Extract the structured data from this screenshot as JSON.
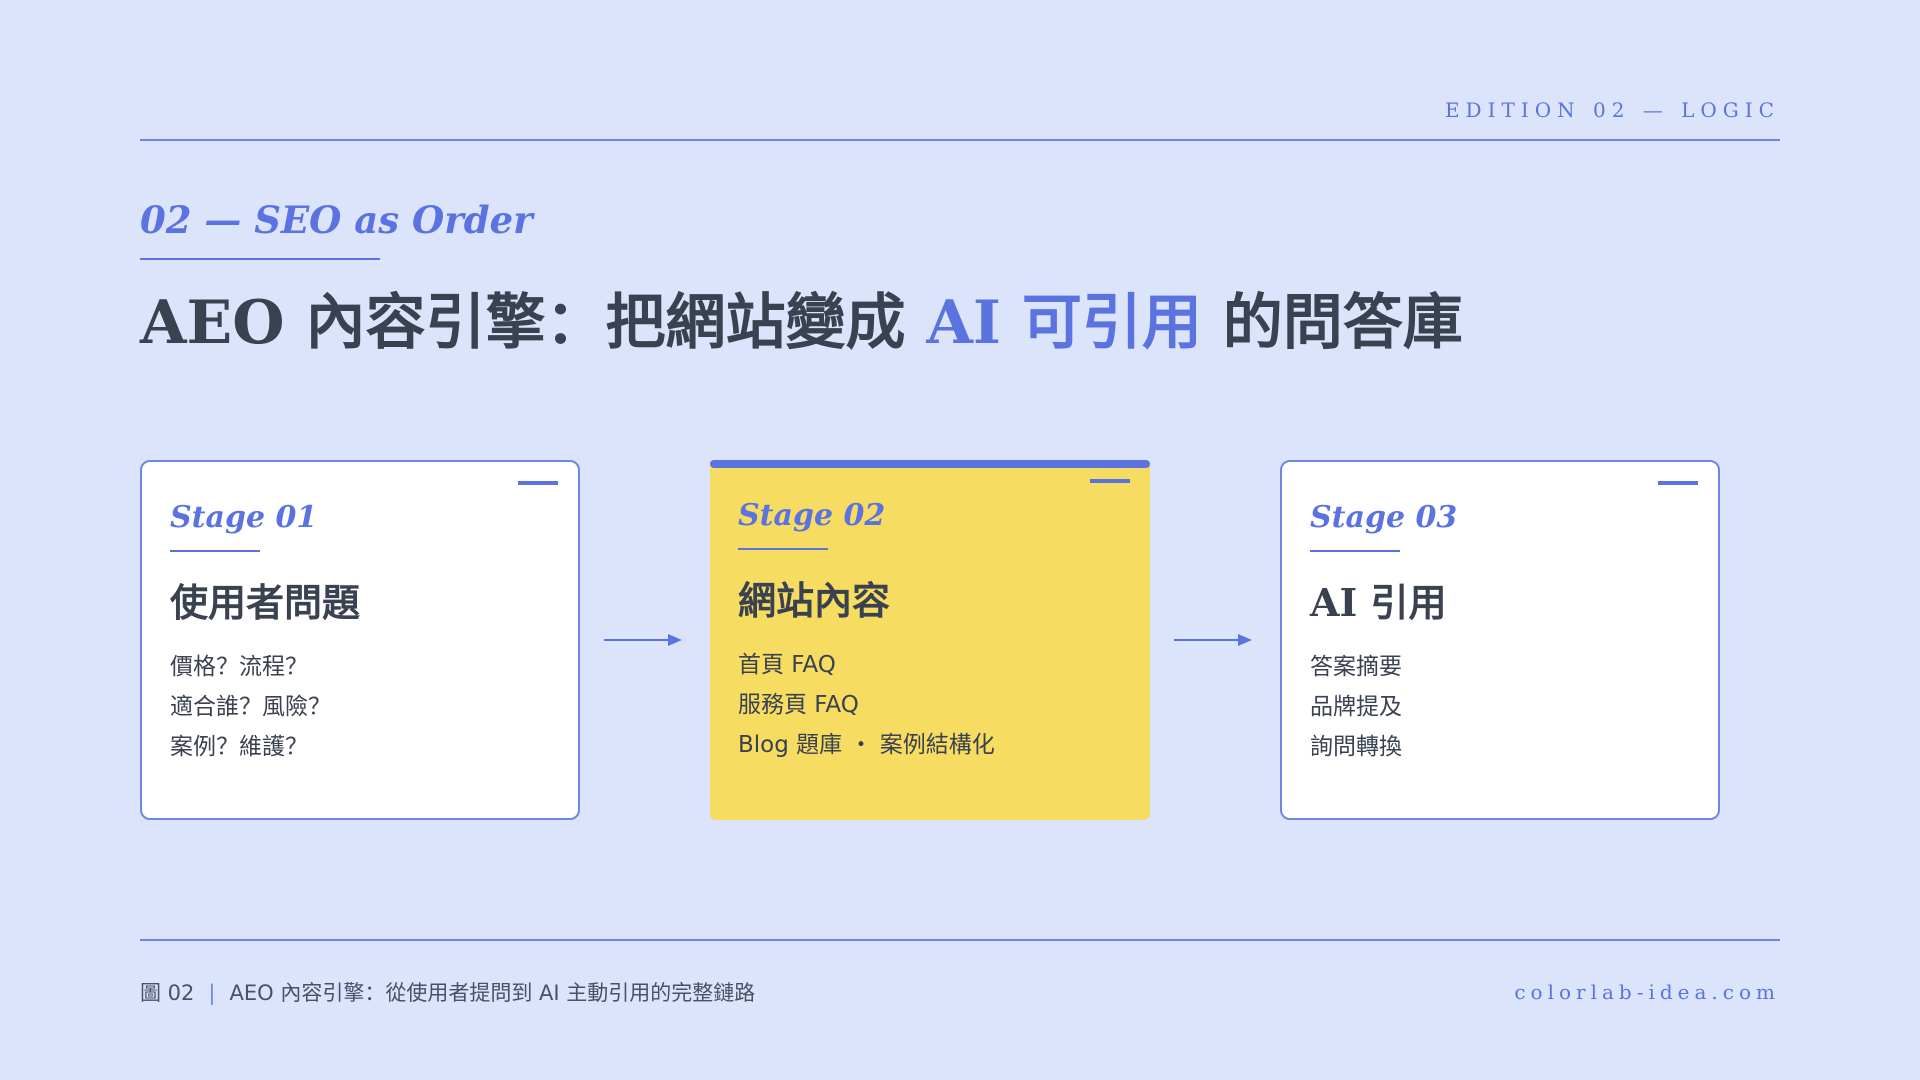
{
  "header": {
    "edition": "EDITION 02 — LOGIC"
  },
  "section": {
    "label": "02 — SEO as Order"
  },
  "title": {
    "prefix": "AEO 內容引擎：把網站變成 ",
    "accent": "AI 可引用",
    "suffix": " 的問答庫"
  },
  "stages": [
    {
      "stage": "Stage 01",
      "title": "使用者問題",
      "items": [
        "價格？流程？",
        "適合誰？風險？",
        "案例？維護？"
      ]
    },
    {
      "stage": "Stage 02",
      "title": "網站內容",
      "items": [
        "首頁 FAQ",
        "服務頁 FAQ",
        "Blog 題庫 ・ 案例結構化"
      ]
    },
    {
      "stage": "Stage 03",
      "title": "AI 引用",
      "items": [
        "答案摘要",
        "品牌提及",
        "詢問轉換"
      ]
    }
  ],
  "footer": {
    "figure": "圖 02",
    "separator": "|",
    "caption": "AEO 內容引擎：從使用者提問到 AI 主動引用的完整鏈路",
    "site": "colorlab-idea.com"
  },
  "colors": {
    "background": "#dce4fb",
    "accent": "#5b73e0",
    "highlight_card": "#f7dc62",
    "text": "#3a4150"
  }
}
